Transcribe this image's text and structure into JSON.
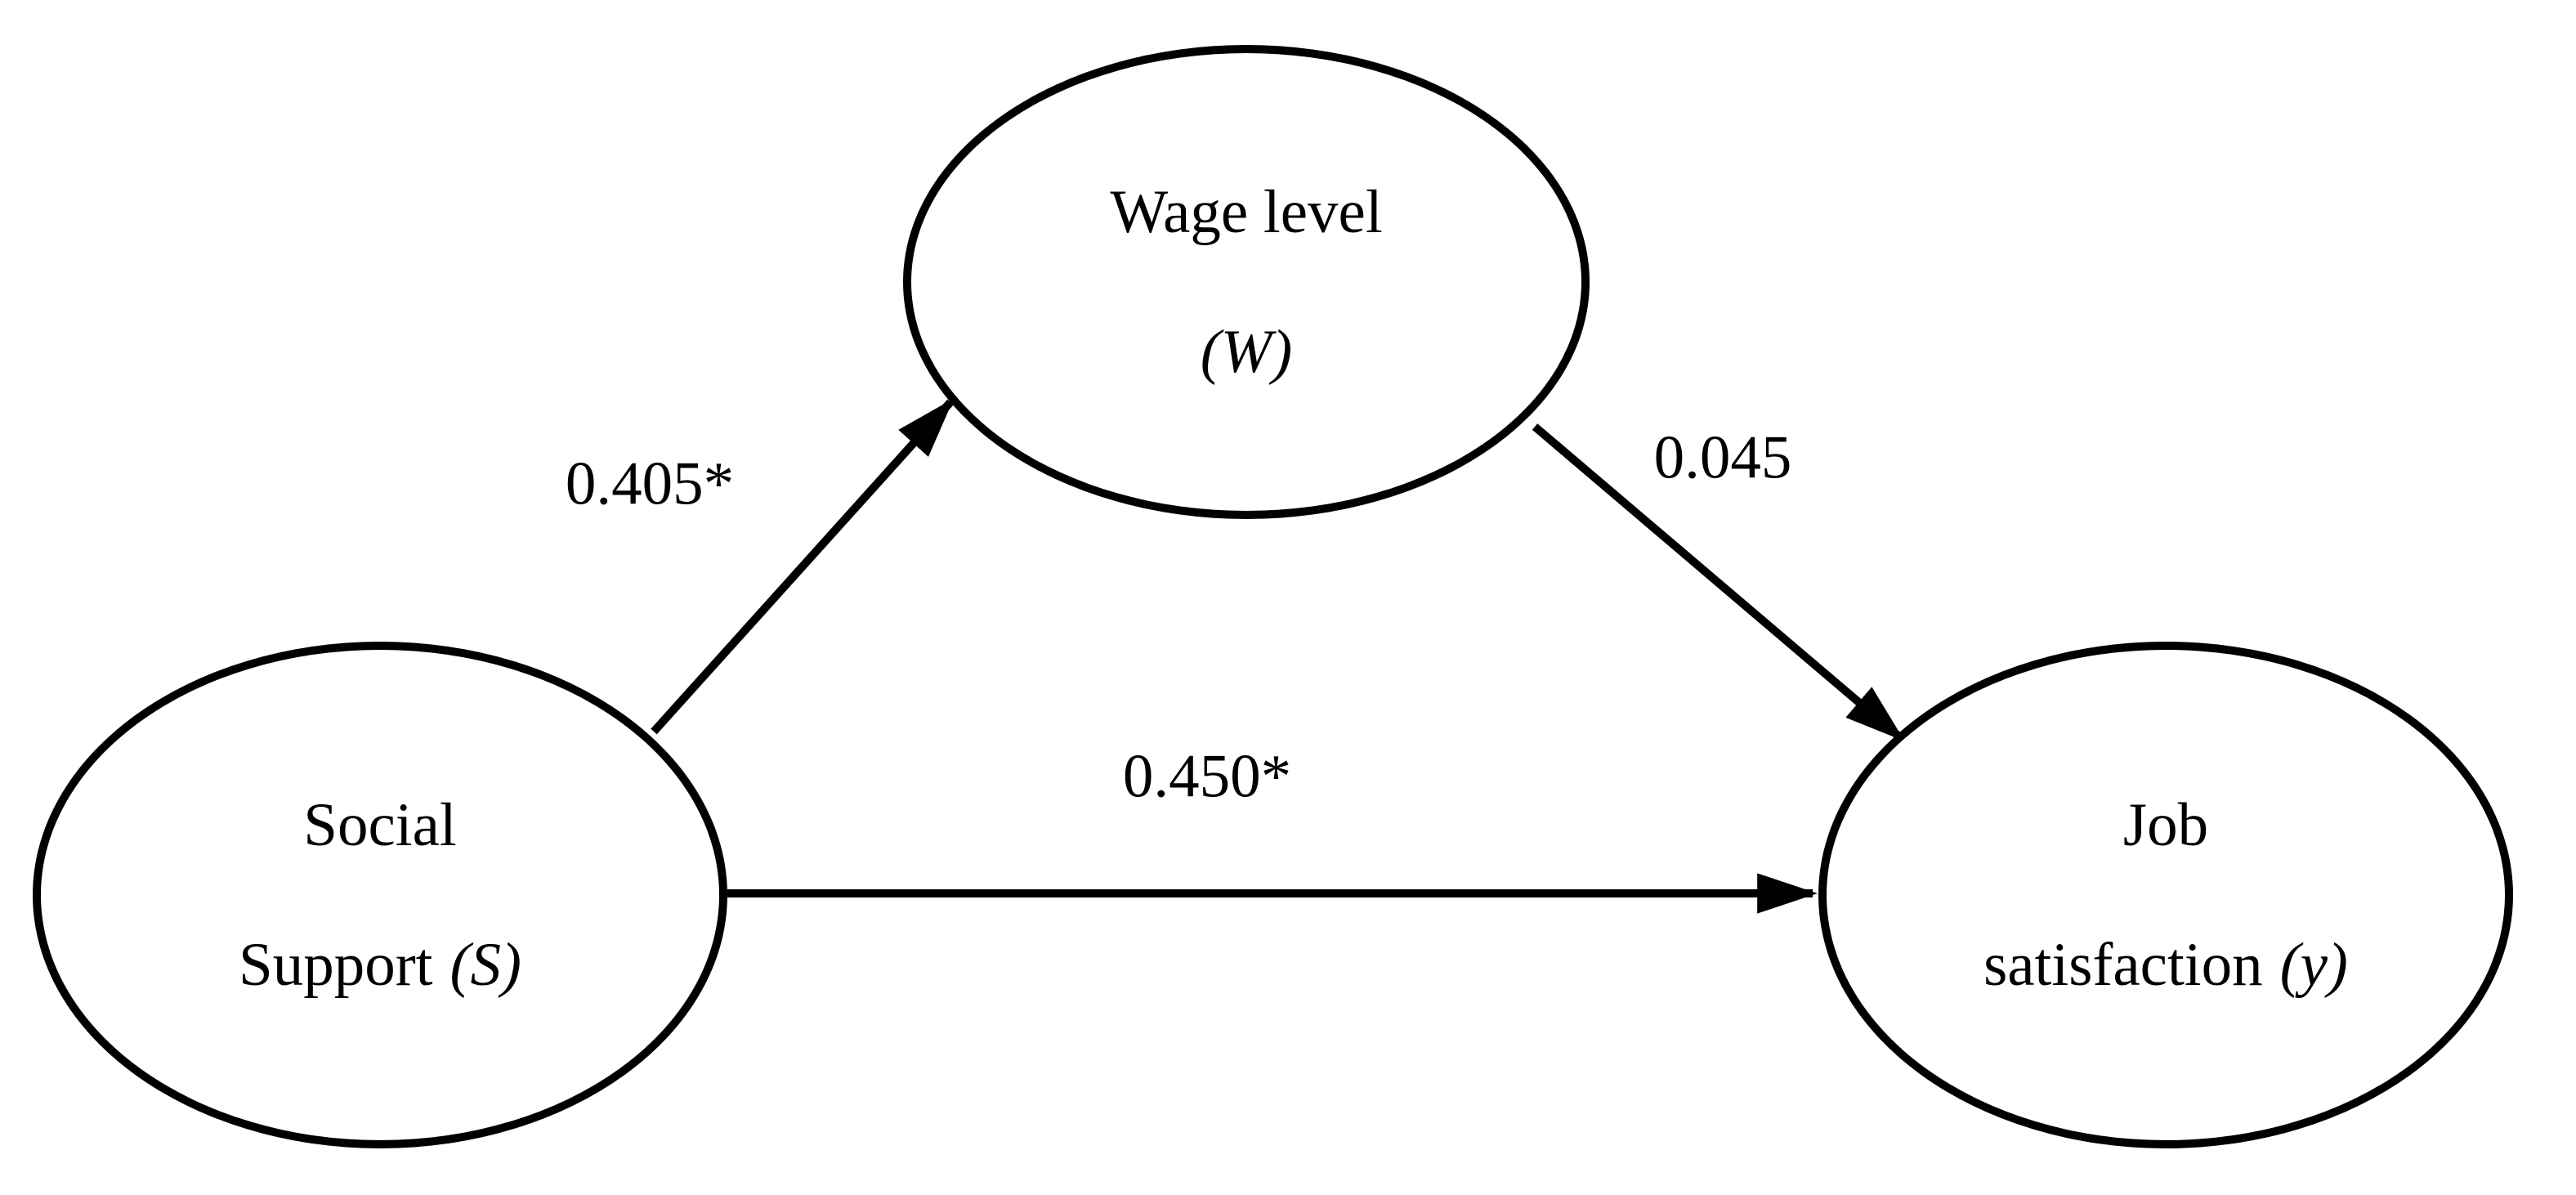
{
  "figure": {
    "type": "path-model-diagram",
    "background_color": "#ffffff",
    "stroke_color": "#000000"
  },
  "nodes": {
    "mediator": {
      "line1": "Wage level",
      "line2_italic": "(W)"
    },
    "predictor": {
      "line1": "Social",
      "line2_plain": "Support",
      "line2_italic": "(S)"
    },
    "outcome": {
      "line1": "Job",
      "line2_plain": "satisfaction",
      "line2_italic": "(y)"
    }
  },
  "edges": {
    "s_to_w": {
      "from": "Social Support (S)",
      "to": "Wage level (W)",
      "label": "0.405*"
    },
    "w_to_y": {
      "from": "Wage level (W)",
      "to": "Job satisfaction (y)",
      "label": "0.045"
    },
    "s_to_y": {
      "from": "Social Support (S)",
      "to": "Job satisfaction (y)",
      "label": "0.450*"
    }
  }
}
